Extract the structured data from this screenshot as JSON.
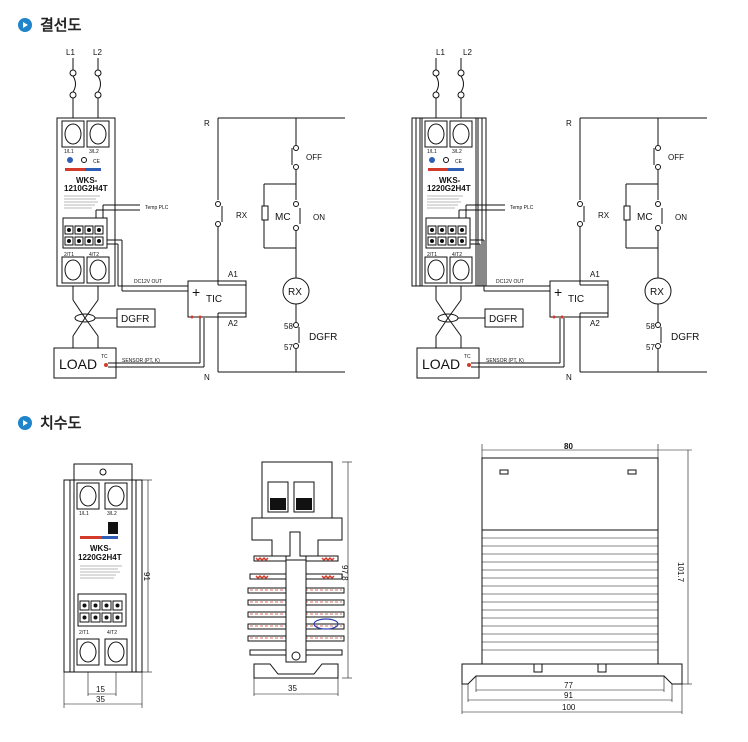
{
  "sections": {
    "wiring_title": "결선도",
    "dimension_title": "치수도"
  },
  "wiring": {
    "left": {
      "lines": [
        "L1",
        "L2"
      ],
      "terminals_top": [
        "1/L1",
        "3/L2"
      ],
      "terminals_bottom": [
        "2/T1",
        "4/T2"
      ],
      "model": "WKS-\n1210G2H4T",
      "model_l1": "WKS-",
      "model_l2": "1210G2H4T"
    },
    "right": {
      "lines": [
        "L1",
        "L2"
      ],
      "terminals_top": [
        "1/L1",
        "3/L2"
      ],
      "terminals_bottom": [
        "2/T1",
        "4/T2"
      ],
      "model_l1": "WKS-",
      "model_l2": "1220G2H4T"
    },
    "labels": {
      "r": "R",
      "n": "N",
      "off": "OFF",
      "on": "ON",
      "mc": "MC",
      "rx": "RX",
      "tic": "TIC",
      "a1": "A1",
      "a2": "A2",
      "dgfr": "DGFR",
      "t58": "58",
      "t57": "57",
      "load": "LOAD",
      "temp_plc": "Temp PLC",
      "dc12v": "DC12V OUT",
      "sensor": "SENSOR (PT, K)",
      "tc": "TC"
    }
  },
  "dimensions": {
    "front": {
      "terminals_top": [
        "1/L1",
        "3/L2"
      ],
      "terminals_bottom": [
        "2/T1",
        "4/T2"
      ],
      "model_l1": "WKS-",
      "model_l2": "1220G2H4T",
      "height": "91",
      "inner_width": "15",
      "width": "35"
    },
    "side": {
      "height": "97.8",
      "width": "35"
    },
    "back": {
      "top_width": "80",
      "height": "101.7",
      "w77": "77",
      "w91": "91",
      "w100": "100"
    }
  }
}
